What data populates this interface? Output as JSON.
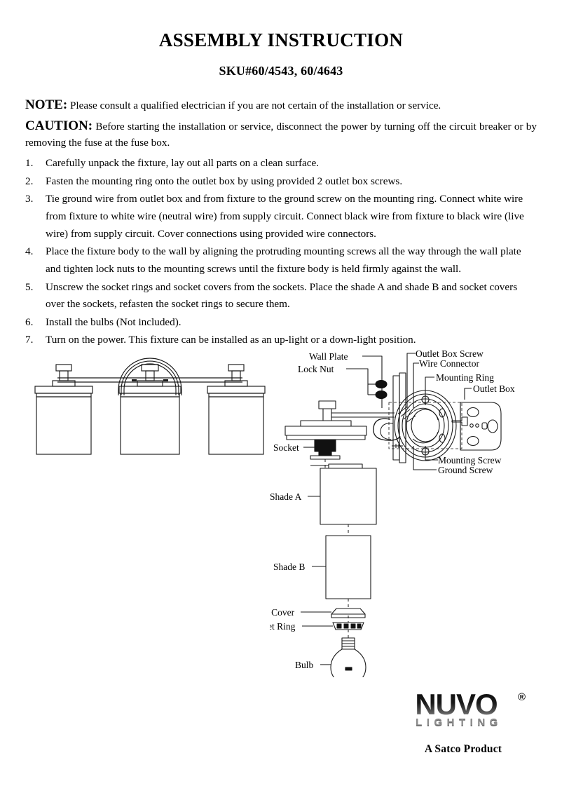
{
  "document": {
    "title": "ASSEMBLY INSTRUCTION",
    "sku": "SKU#60/4543, 60/4643"
  },
  "advisories": {
    "note_label": "NOTE:",
    "note_text": " Please consult a qualified electrician if you are not certain of the installation or service.",
    "caution_label": "CAUTION:",
    "caution_text": " Before starting the installation or service, disconnect the power by turning off the circuit breaker or by removing the fuse at the fuse box."
  },
  "steps": [
    {
      "num": "1.",
      "text": "Carefully unpack the fixture, lay out all parts on a clean surface."
    },
    {
      "num": "2.",
      "text": "Fasten the mounting ring onto the outlet box by using provided 2 outlet box screws."
    },
    {
      "num": "3.",
      "text": "Tie ground wire from outlet box and from fixture to the ground screw on the mounting ring. Connect white wire from fixture to white wire (neutral wire) from supply circuit. Connect black wire from fixture to black wire (live wire) from supply circuit. Cover connections using provided wire connectors."
    },
    {
      "num": "4.",
      "text": "Place the fixture body to the wall by aligning the protruding mounting screws all the way through the wall plate and tighten lock nuts to the mounting screws until the fixture body is held firmly against the wall."
    },
    {
      "num": "5.",
      "text": "Unscrew the socket rings and socket covers from the sockets. Place the shade A and shade B and socket covers over the sockets, refasten the socket rings to secure them."
    },
    {
      "num": "6.",
      "text": "Install the bulbs (Not included)."
    },
    {
      "num": "7.",
      "text": "Turn on the power. This fixture can be installed as an up-light or a down-light position."
    }
  ],
  "diagram": {
    "labels": {
      "wall_plate": "Wall Plate",
      "lock_nut": "Lock Nut",
      "outlet_box_screw": "Outlet Box Screw",
      "wire_connector": "Wire Connector",
      "mounting_ring": "Mounting Ring",
      "outlet_box": "Outlet Box",
      "mounting_screw": "Mounting Screw",
      "ground_screw": "Ground Screw",
      "socket": "Socket",
      "shade_a": "Shade A",
      "shade_b": "Shade B",
      "socket_cover": "Socket Cover",
      "socket_ring": "Socket Ring",
      "bulb": "Bulb"
    },
    "fixture": {
      "light_count": 3,
      "description": "Three-light vanity fixture with rectangular shades and arched center backplate"
    }
  },
  "footer": {
    "brand": "NUVO",
    "registered": "®",
    "tagline": "LIGHTING",
    "company_line": "A Satco Product"
  },
  "colors": {
    "text": "#000000",
    "page_background": "#ffffff",
    "line": "#1a1a1a",
    "logo_grey": "#8e8e8e"
  }
}
